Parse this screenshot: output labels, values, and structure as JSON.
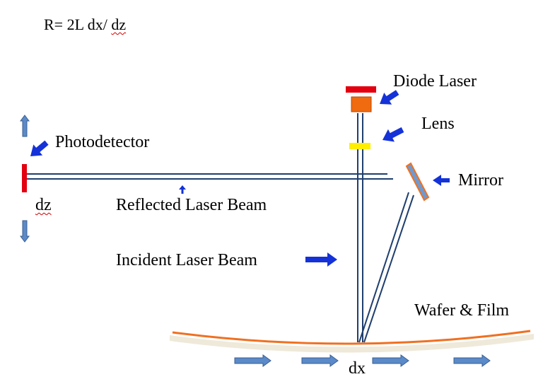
{
  "formula": {
    "prefix": "R= 2L dx/ ",
    "suffix": "dz"
  },
  "labels": {
    "diode_laser": "Diode Laser",
    "lens": "Lens",
    "mirror": "Mirror",
    "photodetector": "Photodetector",
    "dz": "dz",
    "reflected_beam": "Reflected Laser Beam",
    "incident_beam": "Incident Laser Beam",
    "wafer_film": "Wafer & Film",
    "dx": "dx"
  },
  "colors": {
    "beam": "#1f3f6e",
    "pointer_arrow": "#1432d8",
    "motion_arrow": "#5b8ac9",
    "motion_arrow_outline": "#3a5f8f",
    "diode_cap": "#e3000f",
    "diode_body": "#f06a10",
    "lens": "#ffee00",
    "mirror_fill": "#6f9ad0",
    "mirror_edge": "#f07020",
    "photodetector": "#e3000f",
    "wafer_film": "#f07020",
    "wafer_base": "#efe9da"
  }
}
